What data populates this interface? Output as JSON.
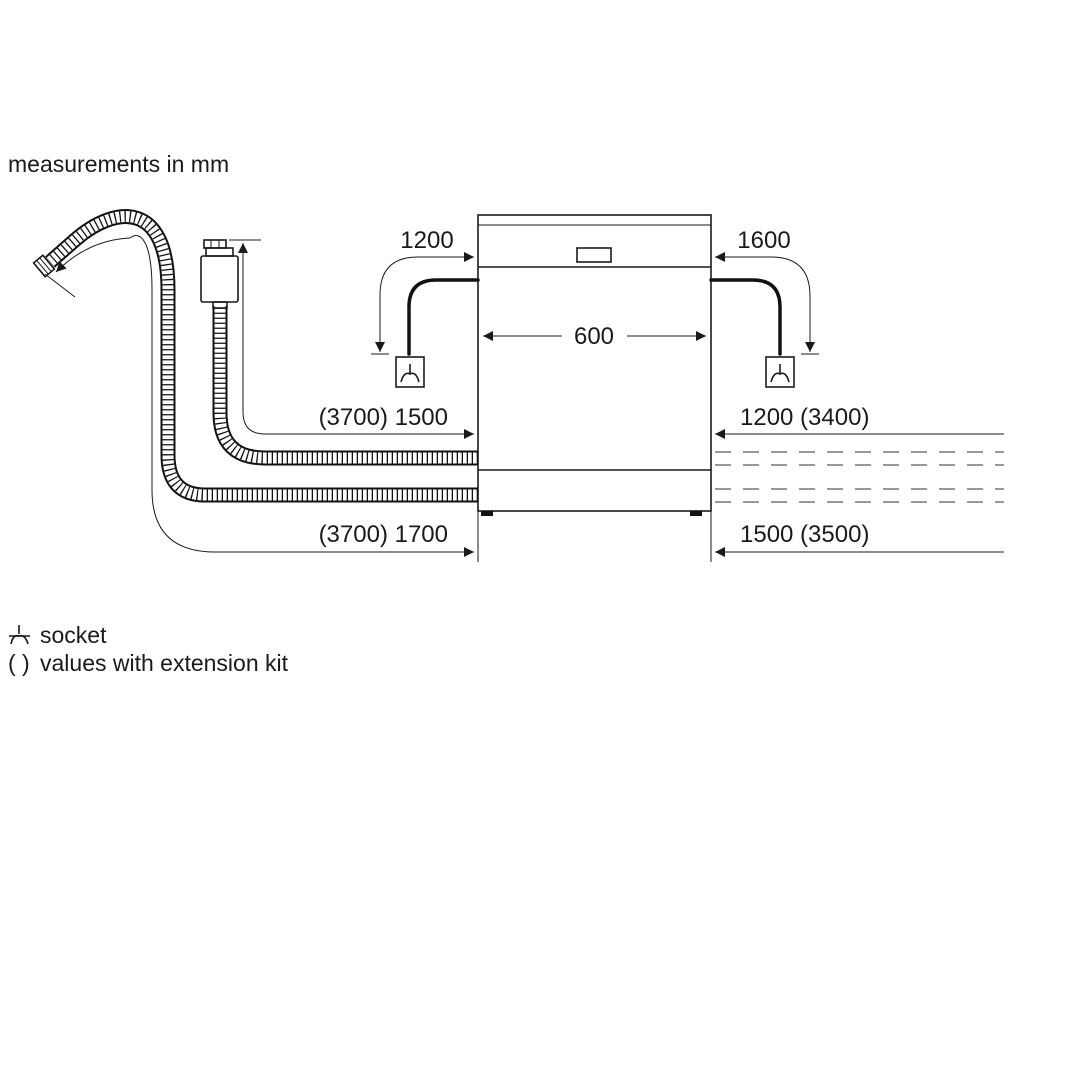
{
  "title": "measurements in mm",
  "dimensions": {
    "width": "600",
    "power_left": "1200",
    "power_right": "1600",
    "inlet_left": "(3700) 1500",
    "drain_left": "(3700) 1700",
    "inlet_right": "1200 (3400)",
    "drain_right": "1500 (3500)"
  },
  "legend": {
    "socket_symbol": "⏊",
    "socket_label": "socket",
    "parens_symbol": "( )",
    "parens_label": "values with extension kit"
  },
  "icons": {
    "socket": "socket-icon",
    "hose": "hose-icon",
    "valve": "water-valve-icon",
    "appliance": "dishwasher-icon"
  }
}
